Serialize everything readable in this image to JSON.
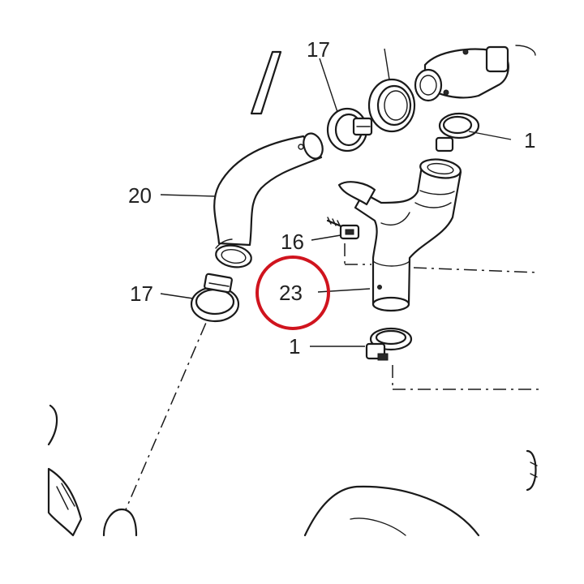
{
  "callouts": {
    "top_left_17": "17",
    "top_right_1": "1",
    "label_20": "20",
    "label_16": "16",
    "label_17": "17",
    "label_23": "23",
    "label_1": "1"
  },
  "colors": {
    "highlight_ring": "#d0141e",
    "line": "#1a1a1a",
    "text": "#222222",
    "background": "#ffffff"
  },
  "highlighted_part": "23"
}
